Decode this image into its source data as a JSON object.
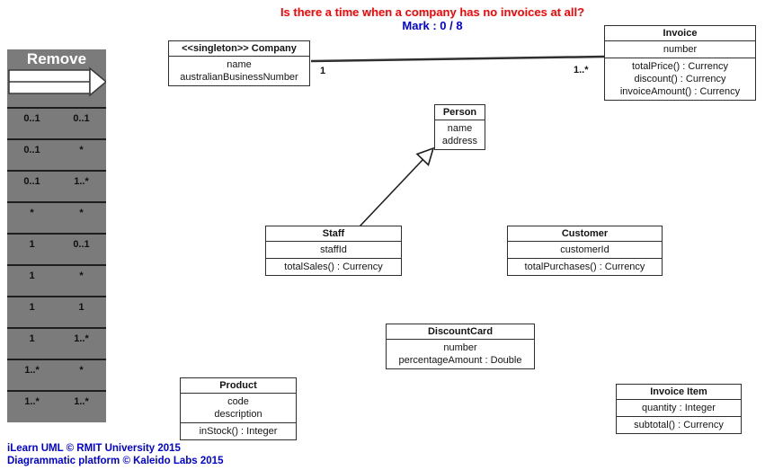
{
  "header": {
    "question": "Is there a time when a company has no invoices at all?",
    "mark": "Mark : 0 / 8"
  },
  "colors": {
    "question_red": "#ff0000",
    "link_blue": "#0000dd",
    "sidebar_gray": "#7b7b7b"
  },
  "sidebar": {
    "title": "Remove",
    "rows": [
      {
        "left": "0..1",
        "right": "0..1"
      },
      {
        "left": "0..1",
        "right": "*"
      },
      {
        "left": "0..1",
        "right": "1..*"
      },
      {
        "left": "*",
        "right": "*"
      },
      {
        "left": "1",
        "right": "0..1"
      },
      {
        "left": "1",
        "right": "*"
      },
      {
        "left": "1",
        "right": "1"
      },
      {
        "left": "1",
        "right": "1..*"
      },
      {
        "left": "1..*",
        "right": "*"
      },
      {
        "left": "1..*",
        "right": "1..*"
      }
    ]
  },
  "classes": [
    {
      "title": "<<singleton>> Company",
      "attributes": [
        "name",
        "australianBusinessNumber"
      ],
      "operations": []
    },
    {
      "title": "Invoice",
      "attributes": [
        "number"
      ],
      "operations": [
        "totalPrice() : Currency",
        "discount() : Currency",
        "invoiceAmount() : Currency"
      ]
    },
    {
      "title": "Person",
      "attributes": [
        "name",
        "address"
      ],
      "operations": []
    },
    {
      "title": "Staff",
      "attributes": [
        "staffId"
      ],
      "operations": [
        "totalSales() : Currency"
      ]
    },
    {
      "title": "Customer",
      "attributes": [
        "customerId"
      ],
      "operations": [
        "totalPurchases() : Currency"
      ]
    },
    {
      "title": "DiscountCard",
      "attributes": [
        "number",
        "percentageAmount : Double"
      ],
      "operations": []
    },
    {
      "title": "Product",
      "attributes": [
        "code",
        "description"
      ],
      "operations": [
        "inStock() : Integer"
      ]
    },
    {
      "title": "Invoice Item",
      "attributes": [
        "quantity : Integer"
      ],
      "operations": [
        "subtotal() : Currency"
      ]
    }
  ],
  "associations": {
    "company_invoice": {
      "from_multiplicity": "1",
      "to_multiplicity": "1..*"
    }
  },
  "footer": {
    "line1": "iLearn UML © RMIT University 2015",
    "line2": "Diagrammatic platform © Kaleido Labs 2015"
  }
}
